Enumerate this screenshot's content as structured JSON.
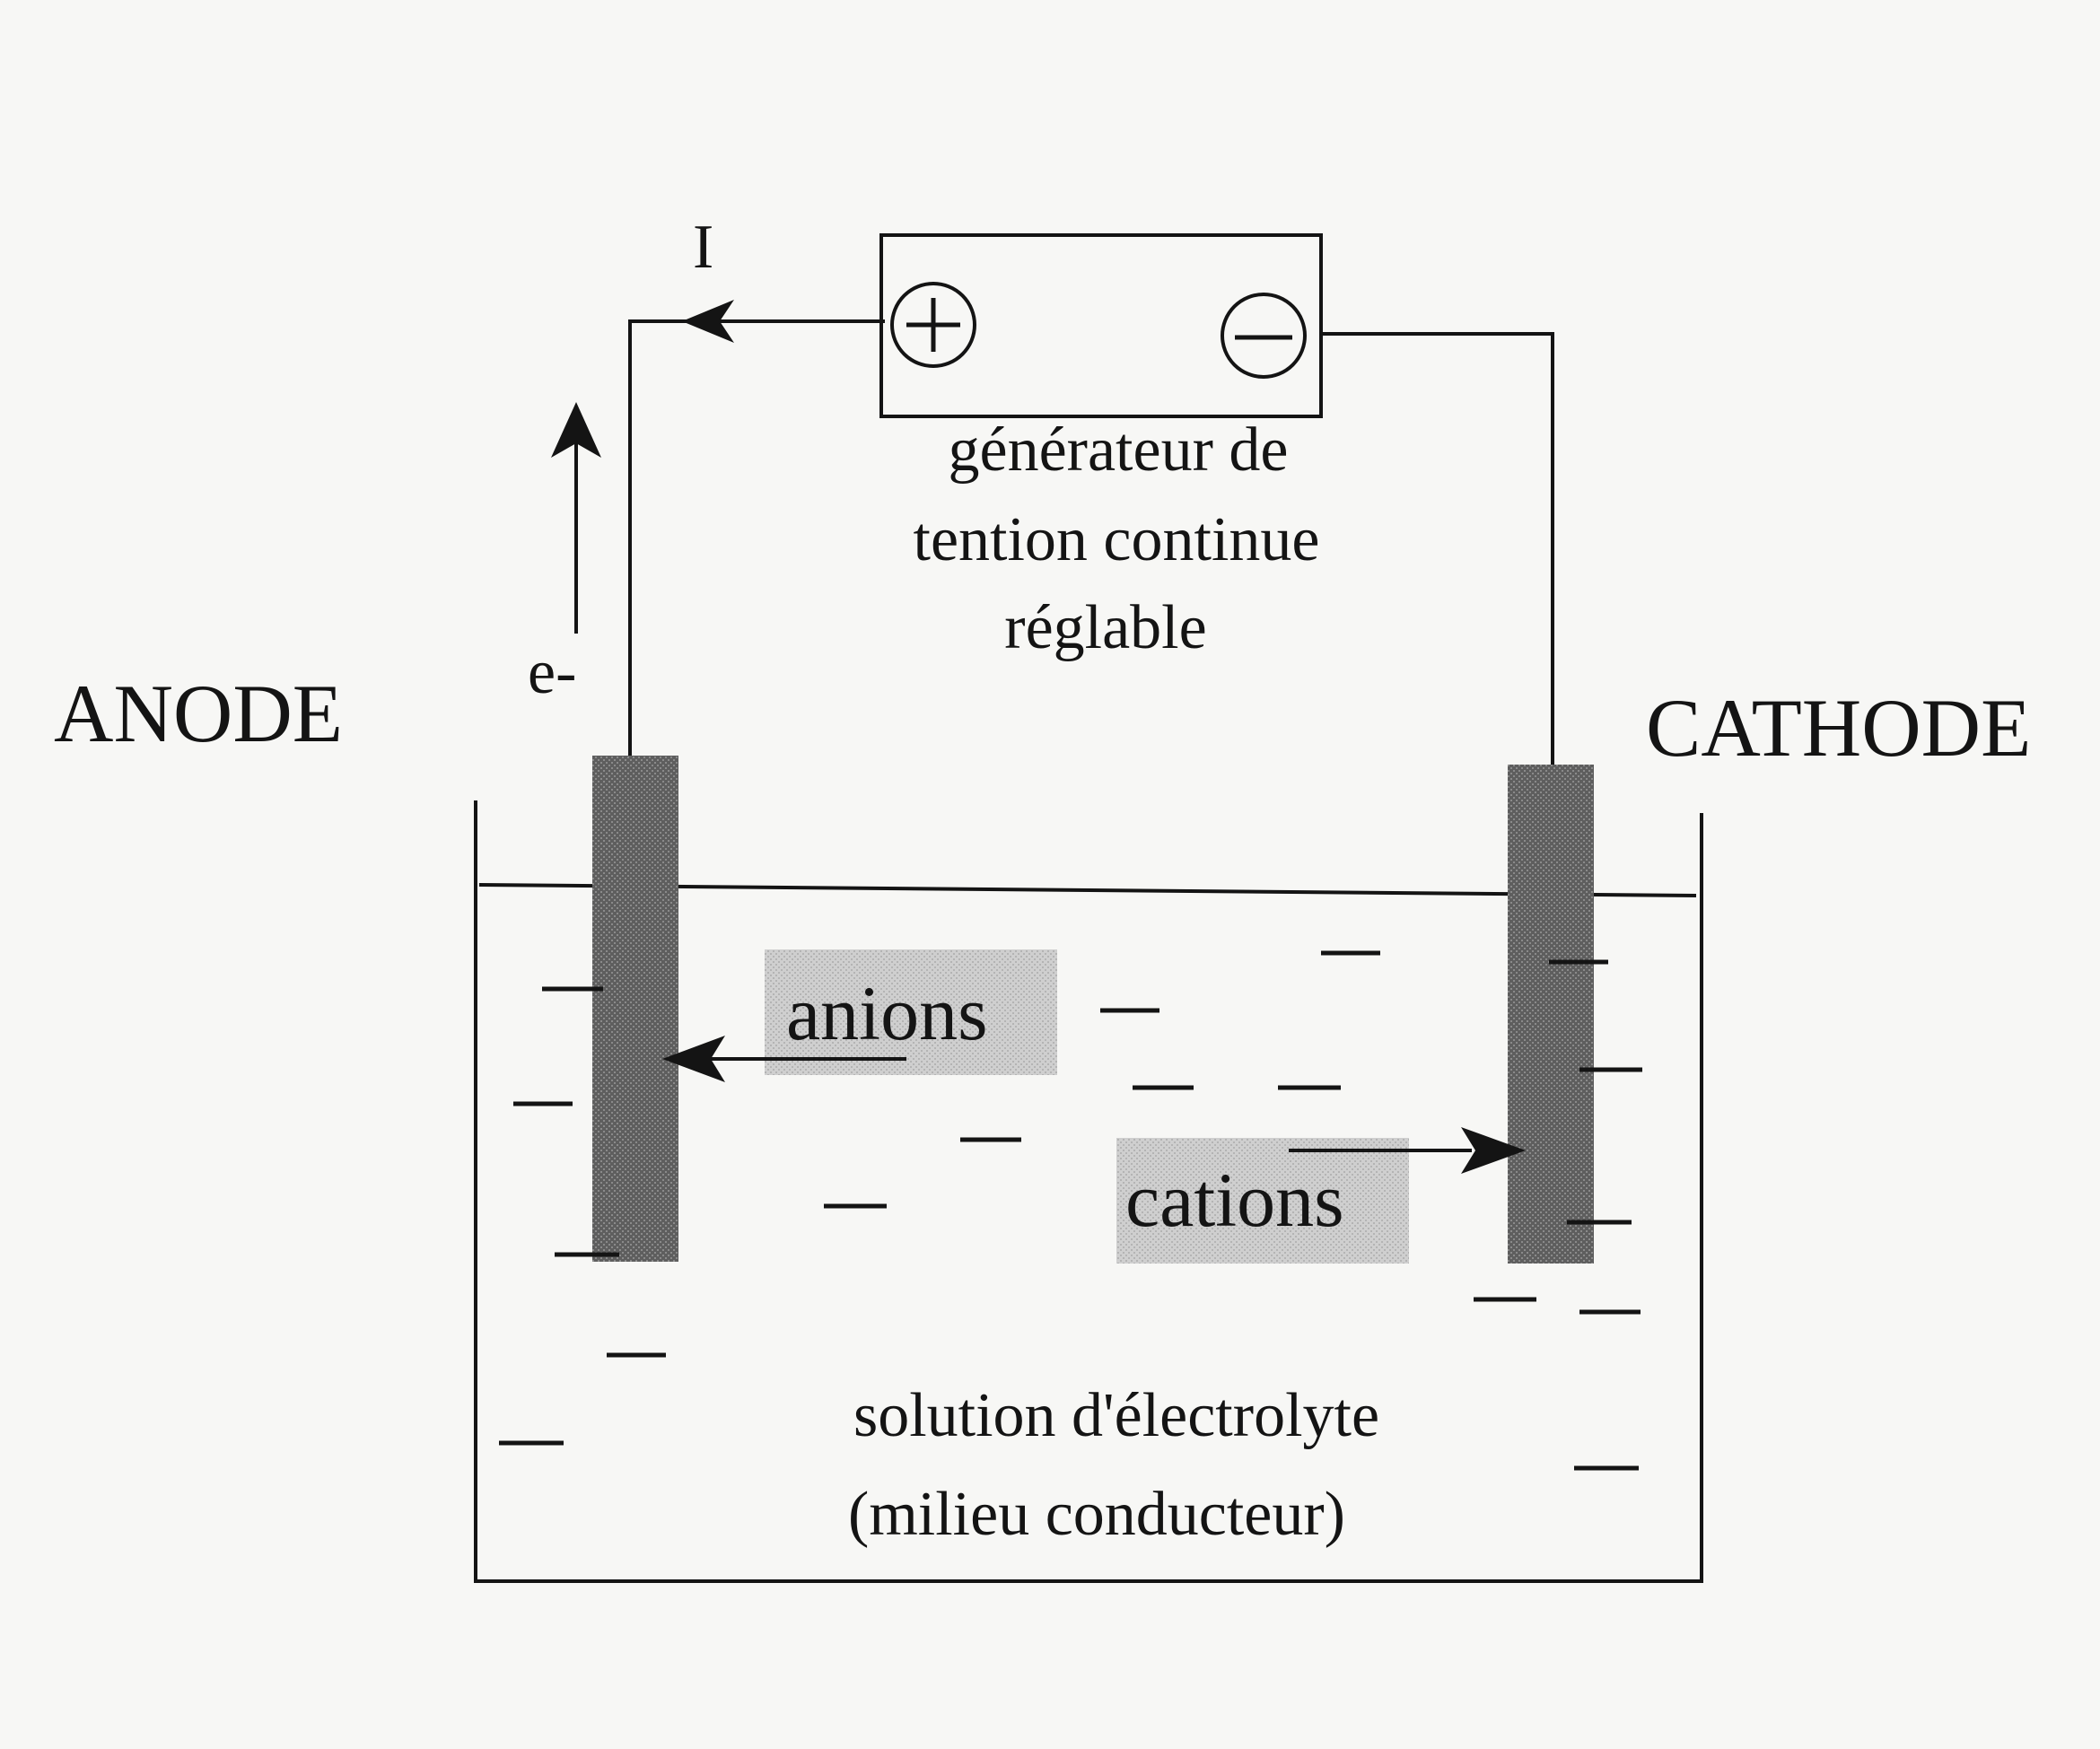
{
  "labels": {
    "anode": "ANODE",
    "cathode": "CATHODE",
    "current": "I",
    "electron": "e-",
    "generator_line1": "générateur de",
    "generator_line2": "tention continue",
    "generator_line3": "réglable",
    "anions": "anions",
    "cations": "cations",
    "solution_line1": "solution d'électrolyte",
    "solution_line2": "(milieu conducteur)"
  },
  "symbols": {
    "plus_terminal": "plus-in-circle-icon",
    "minus_terminal": "minus-in-circle-icon"
  },
  "colors": {
    "ink": "#141414",
    "electrode": "#6b6b6b",
    "ion_label_background": "#c9c9c9",
    "paper": "#f7f7f5"
  }
}
